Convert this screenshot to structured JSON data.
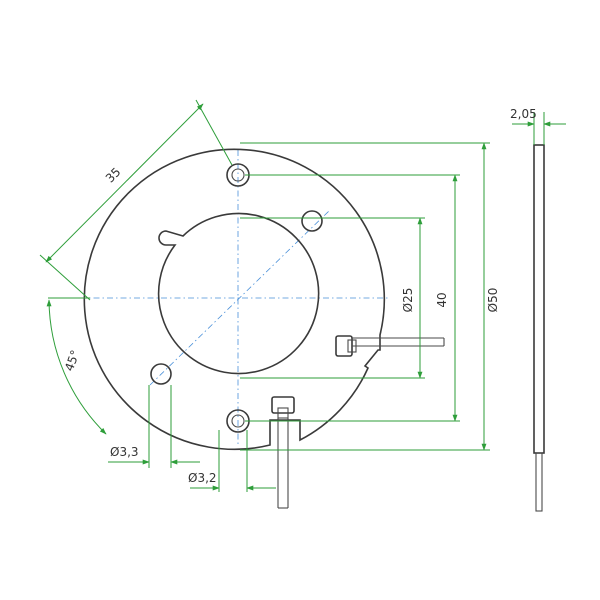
{
  "dimensions": {
    "dia_outer": "Ø50",
    "dia_bore": "Ø25",
    "hole_distance": "40",
    "chord": "35",
    "thickness": "2,05",
    "angle": "45°",
    "hole_dia_small": "Ø3,3",
    "hole_dia_large": "Ø3,2"
  },
  "colors": {
    "outline": "#3a3a3a",
    "centerline": "#4a90d9",
    "dimension": "#2e9e3a"
  }
}
